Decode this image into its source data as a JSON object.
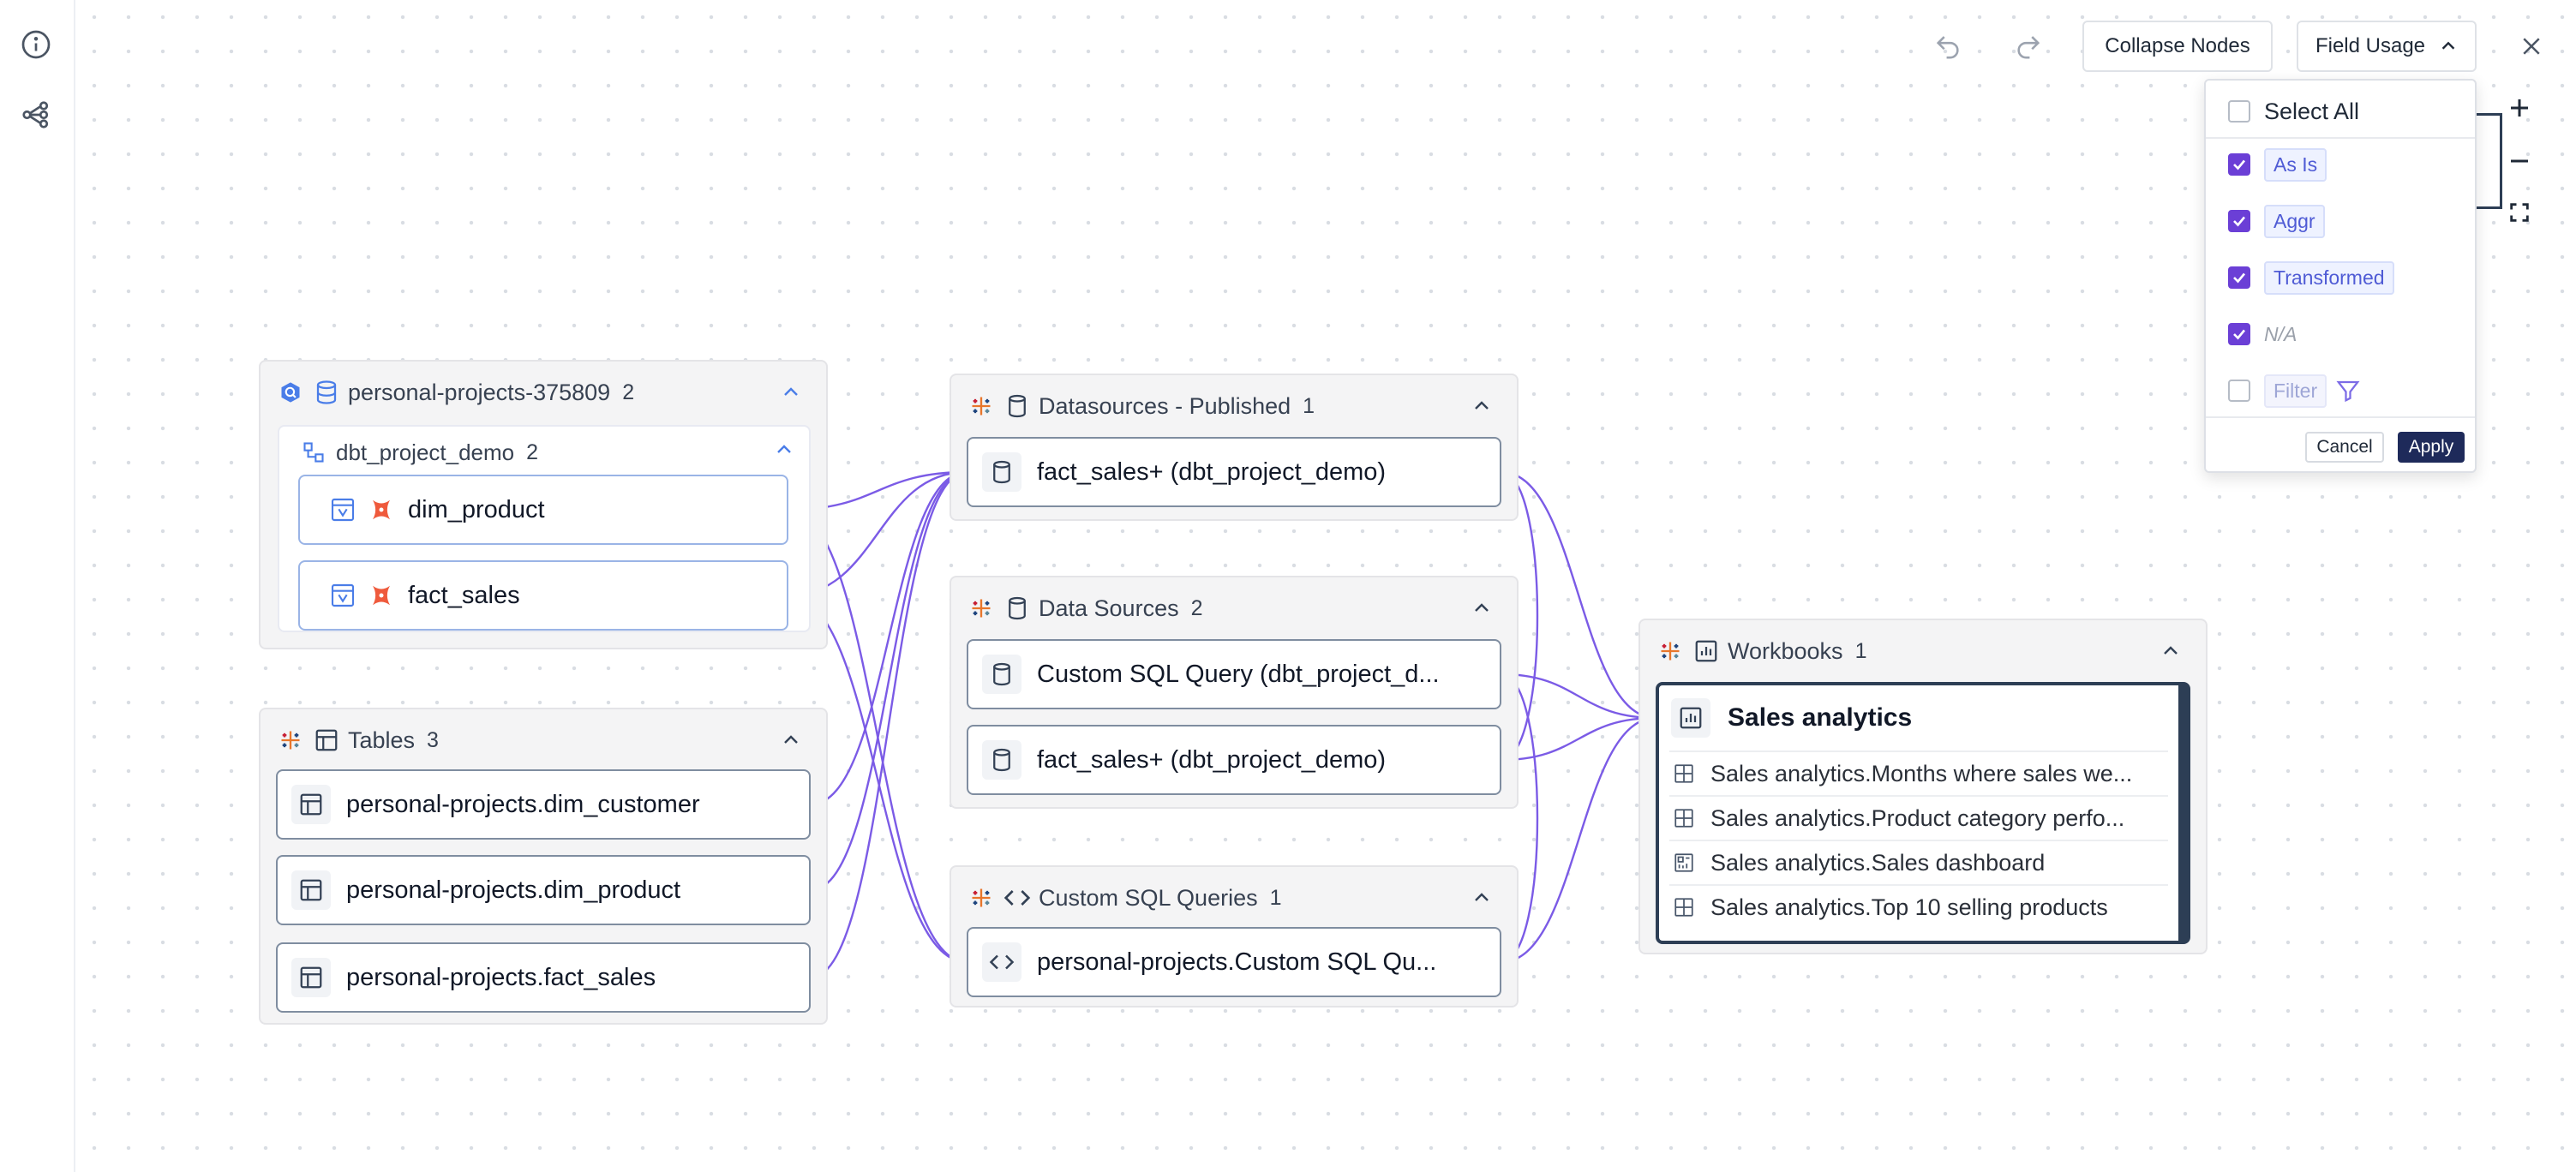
{
  "toolbar": {
    "collapse_label": "Collapse Nodes",
    "field_usage_label": "Field Usage"
  },
  "field_usage_menu": {
    "select_all": "Select All",
    "options": [
      {
        "label": "As Is",
        "checked": true
      },
      {
        "label": "Aggr",
        "checked": true
      },
      {
        "label": "Transformed",
        "checked": true
      },
      {
        "label": "N/A",
        "checked": true
      },
      {
        "label": "Filter",
        "checked": false
      }
    ],
    "cancel_label": "Cancel",
    "apply_label": "Apply"
  },
  "groups": {
    "bigquery": {
      "title": "personal-projects-375809",
      "count": "2",
      "inner": {
        "title": "dbt_project_demo",
        "count": "2",
        "nodes": [
          "dim_product",
          "fact_sales"
        ]
      }
    },
    "tables": {
      "title": "Tables",
      "count": "3",
      "nodes": [
        "personal-projects.dim_customer",
        "personal-projects.dim_product",
        "personal-projects.fact_sales"
      ]
    },
    "published": {
      "title": "Datasources - Published",
      "count": "1",
      "nodes": [
        "fact_sales+ (dbt_project_demo)"
      ]
    },
    "datasources": {
      "title": "Data Sources",
      "count": "2",
      "nodes": [
        "Custom SQL Query (dbt_project_d...",
        "fact_sales+ (dbt_project_demo)"
      ]
    },
    "customsql": {
      "title": "Custom SQL Queries",
      "count": "1",
      "nodes": [
        "personal-projects.Custom SQL Qu..."
      ]
    },
    "workbooks": {
      "title": "Workbooks",
      "count": "1",
      "card_title": "Sales analytics",
      "rows": [
        "Sales analytics.Months where sales we...",
        "Sales analytics.Product category perfo...",
        "Sales analytics.Sales dashboard",
        "Sales analytics.Top 10 selling products"
      ]
    }
  },
  "colors": {
    "edge": "#7b5be6",
    "accent": "#6b3fd6",
    "apply_bg": "#1e2a5a",
    "workbook_border": "#2d3e55"
  }
}
